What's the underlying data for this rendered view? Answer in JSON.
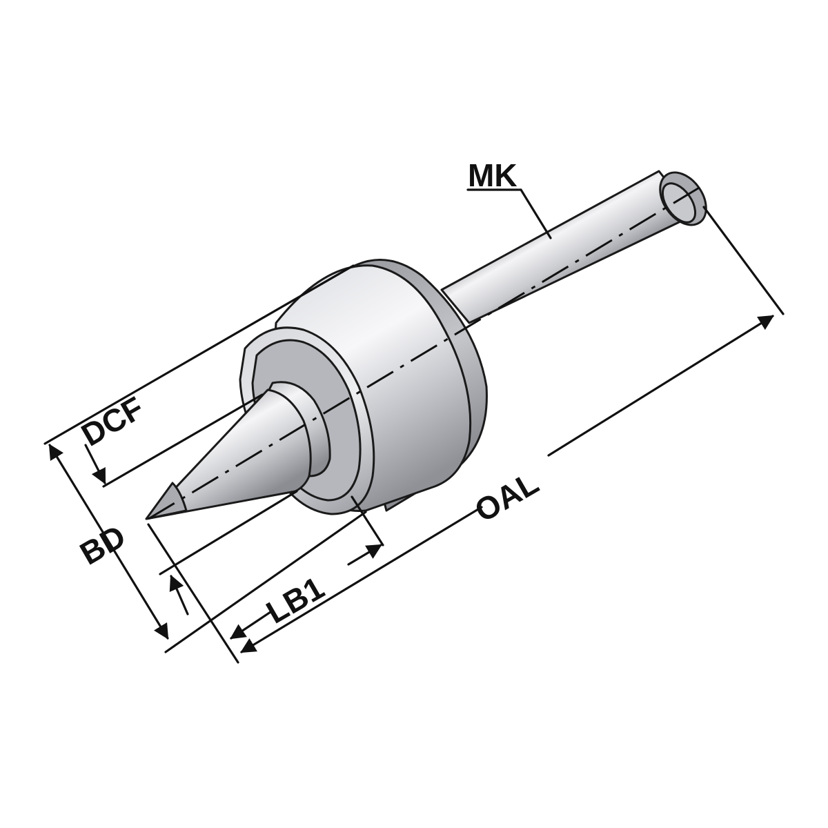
{
  "labels": {
    "mk": "MK",
    "dcf": "DCF",
    "bd": "BD",
    "lb1": "LB1",
    "oal": "OAL"
  },
  "colors": {
    "line": "#111111",
    "metal_light": "#f2f2f4",
    "metal_mid": "#c4c6cb",
    "metal_dark": "#8e9096",
    "flange": "#a7a9ae"
  }
}
